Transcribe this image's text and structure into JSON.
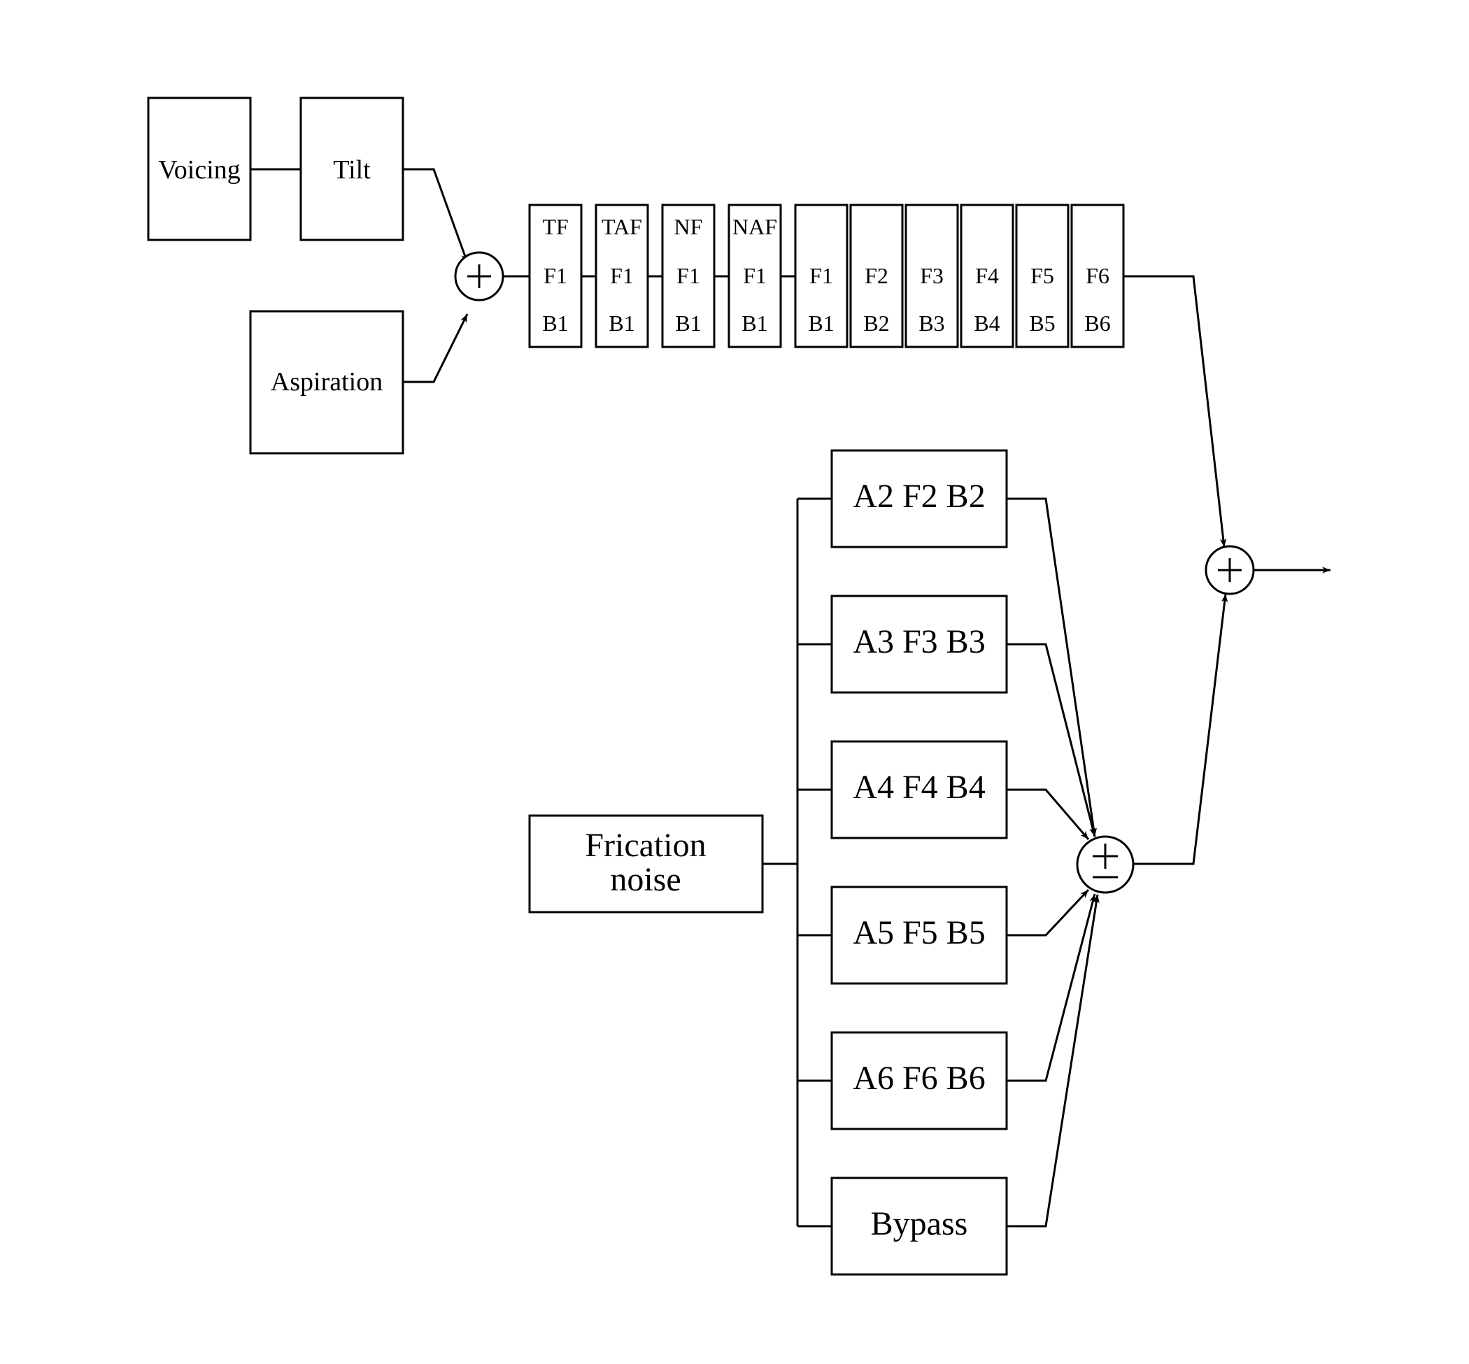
{
  "sources": {
    "voicing": "Voicing",
    "tilt": "Tilt",
    "aspiration": "Aspiration",
    "frication": [
      "Frication",
      "noise"
    ]
  },
  "cascade_filters": [
    [
      "TF",
      "F1",
      "B1"
    ],
    [
      "TAF",
      "F1",
      "B1"
    ],
    [
      "NF",
      "F1",
      "B1"
    ],
    [
      "NAF",
      "F1",
      "B1"
    ],
    [
      "F1",
      "B1"
    ],
    [
      "F2",
      "B2"
    ],
    [
      "F3",
      "B3"
    ],
    [
      "F4",
      "B4"
    ],
    [
      "F5",
      "B5"
    ],
    [
      "F6",
      "B6"
    ]
  ],
  "parallel_filters": [
    "A2 F2 B2",
    "A3 F3 B3",
    "A4 F4 B4",
    "A5 F5 B5",
    "A6 F6 B6",
    "Bypass"
  ],
  "summers": {
    "input_sum": "+",
    "parallel_sum": "±",
    "output_sum": "+"
  }
}
